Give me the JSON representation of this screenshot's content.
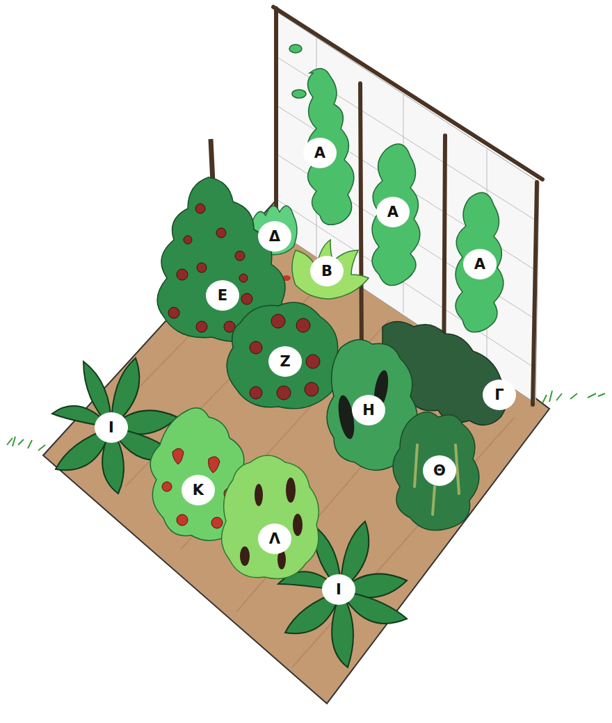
{
  "diagram": {
    "labels": [
      "Α",
      "Α",
      "Δ",
      "Α",
      "Β",
      "Ε",
      "Ζ",
      "Γ",
      "Η",
      "Ι",
      "Θ",
      "Κ",
      "Λ",
      "Ι"
    ]
  }
}
